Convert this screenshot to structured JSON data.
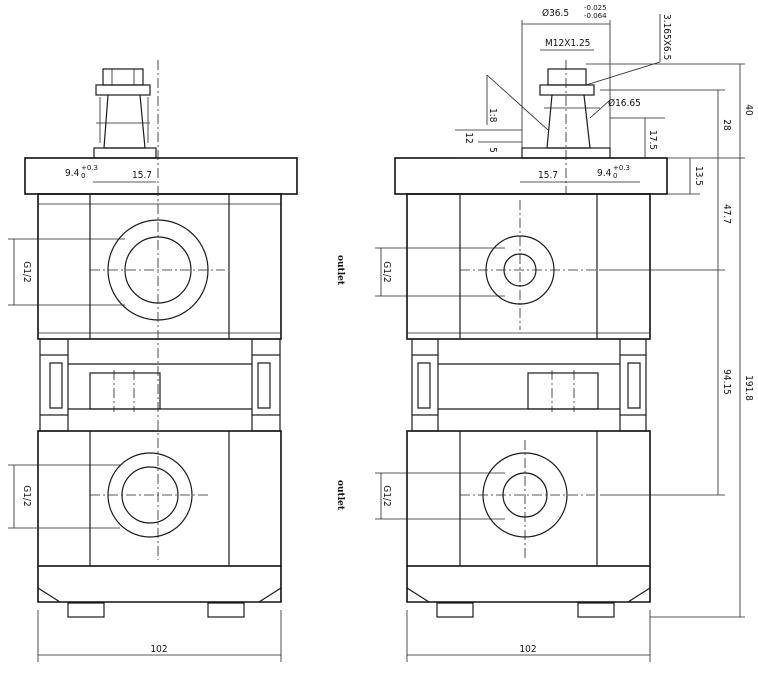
{
  "left_view": {
    "dim_width": "102",
    "dim_key": "9.4",
    "dim_key_tol_upper": "+0.3",
    "dim_key_tol_lower": "0",
    "dim_offset": "15.7",
    "port_upper": "G1/2",
    "port_lower": "G1/2",
    "label_upper": "outlet",
    "label_lower": "outlet"
  },
  "right_view": {
    "dim_width": "102",
    "dim_shaft_dia": "Ø36.5",
    "dim_shaft_tol_upper": "-0.025",
    "dim_shaft_tol_lower": "-0.064",
    "dim_thread": "M12X1.25",
    "dim_spline": "3.165X6.5",
    "dim_dia_16": "Ø16.65",
    "dim_taper": "1:8",
    "dim_12": "12",
    "dim_5": "5",
    "dim_17_5": "17.5",
    "dim_28": "28",
    "dim_40": "40",
    "dim_13_5": "13.5",
    "dim_47_7": "47.7",
    "dim_94_15": "94.15",
    "dim_191_8": "191.8",
    "dim_offset": "15.7",
    "dim_key": "9.4",
    "dim_key_tol_upper": "+0.3",
    "dim_key_tol_lower": "0",
    "port_upper": "G1/2",
    "port_lower": "G1/2"
  }
}
